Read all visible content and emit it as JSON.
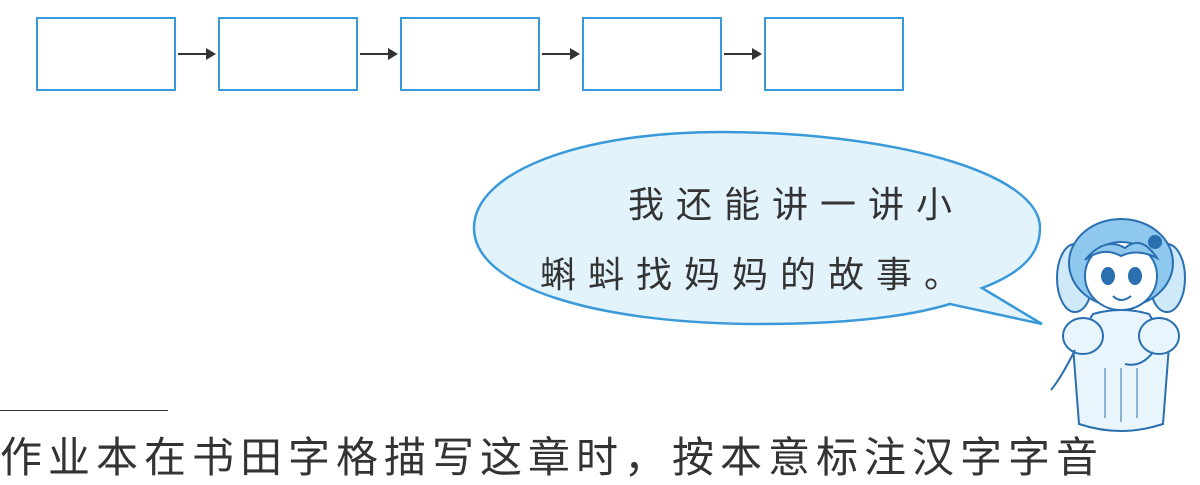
{
  "flow": {
    "box_count": 5,
    "box_border_color": "#3a9ad9",
    "arrow_color": "#333333"
  },
  "speech_bubble": {
    "line1": "我还能讲一讲小",
    "line2": "蝌蚪找妈妈的故事。",
    "border_color": "#3a9ad9",
    "fill_color": "#e3f3fc"
  },
  "character": {
    "icon": "girl-character-icon"
  },
  "footnote": {
    "text": "作业本在书田字格描写这章时，按本意标注汉字字音"
  }
}
